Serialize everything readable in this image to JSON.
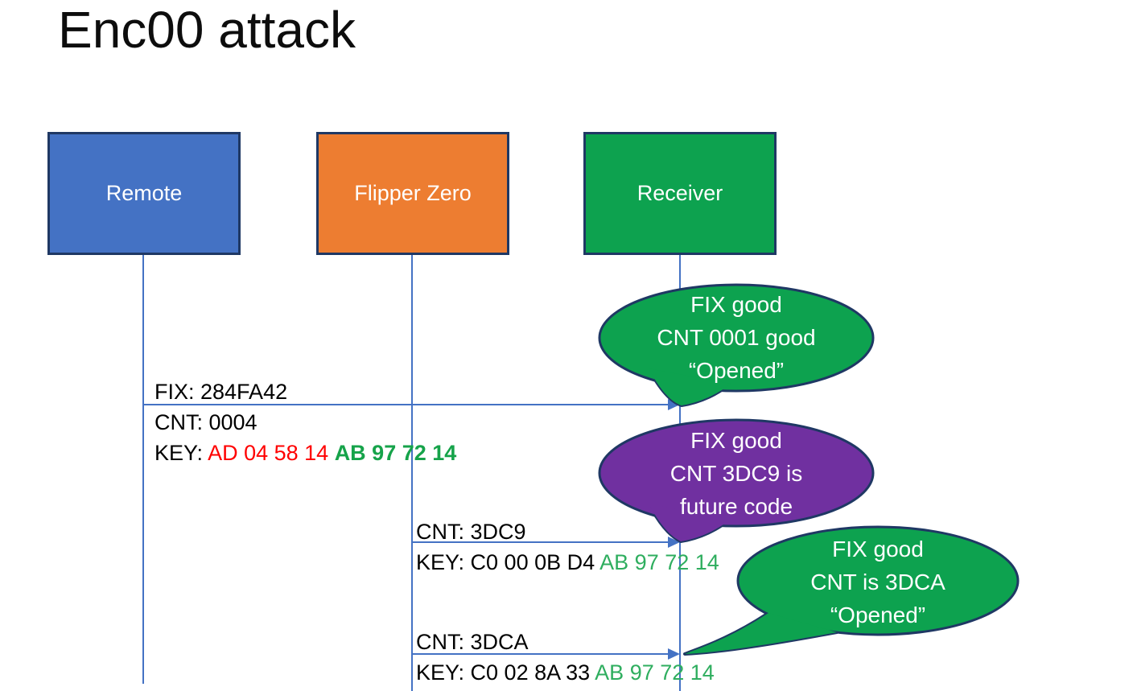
{
  "title": "Enc00 attack",
  "palette": {
    "actor_border": "#1F3864",
    "remote_fill": "#4472C4",
    "flipper_fill": "#ED7D31",
    "receiver_fill": "#0DA24F",
    "lifeline_arrow": "#4472C4",
    "key_changed_red": "#FF0000",
    "key_fixed_green_bold": "#16A34A",
    "key_fixed_green": "#2FAE5F",
    "callout_green": "#0DA24F",
    "callout_purple": "#7030A0"
  },
  "actors": [
    {
      "label": "Remote"
    },
    {
      "label": "Flipper Zero"
    },
    {
      "label": "Receiver"
    }
  ],
  "messages": [
    {
      "from": "Remote",
      "to": "Receiver",
      "fix": "FIX: 284FA42",
      "cnt": "CNT: 0004",
      "key_label": "KEY: ",
      "key_red": "AD 04 58 14 ",
      "key_green": "AB 97 72 14"
    },
    {
      "from": "Flipper Zero",
      "to": "Receiver",
      "cnt": "CNT: 3DC9",
      "key_label": "KEY: C0 00 0B D4 ",
      "key_green": "AB 97 72 14"
    },
    {
      "from": "Flipper Zero",
      "to": "Receiver",
      "cnt": "CNT: 3DCA",
      "key_label": "KEY: C0 02 8A 33 ",
      "key_green": "AB 97 72 14"
    }
  ],
  "callouts": [
    {
      "color": "green",
      "line1": "FIX good",
      "line2": "CNT 0001 good",
      "line3": "“Opened”"
    },
    {
      "color": "purple",
      "line1": "FIX good",
      "line2": "CNT 3DC9 is",
      "line3": "future code"
    },
    {
      "color": "green",
      "line1": "FIX good",
      "line2": "CNT is 3DCA",
      "line3": "“Opened”"
    }
  ]
}
